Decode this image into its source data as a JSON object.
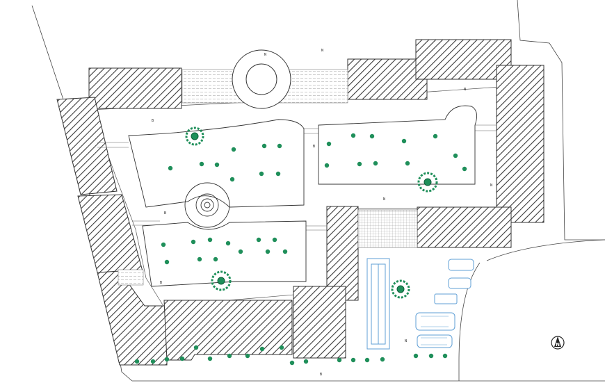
{
  "drawing": {
    "type": "site-plan",
    "north_symbol_label": "N",
    "colors": {
      "line": "#333333",
      "hatch": "#3a3a3a",
      "tree": "#1f8f5a",
      "vehicle": "#5f9fd6"
    },
    "notes": [
      "N",
      "N",
      "N",
      "N",
      "N",
      "N",
      "B",
      "B",
      "B",
      "B",
      "B"
    ]
  }
}
